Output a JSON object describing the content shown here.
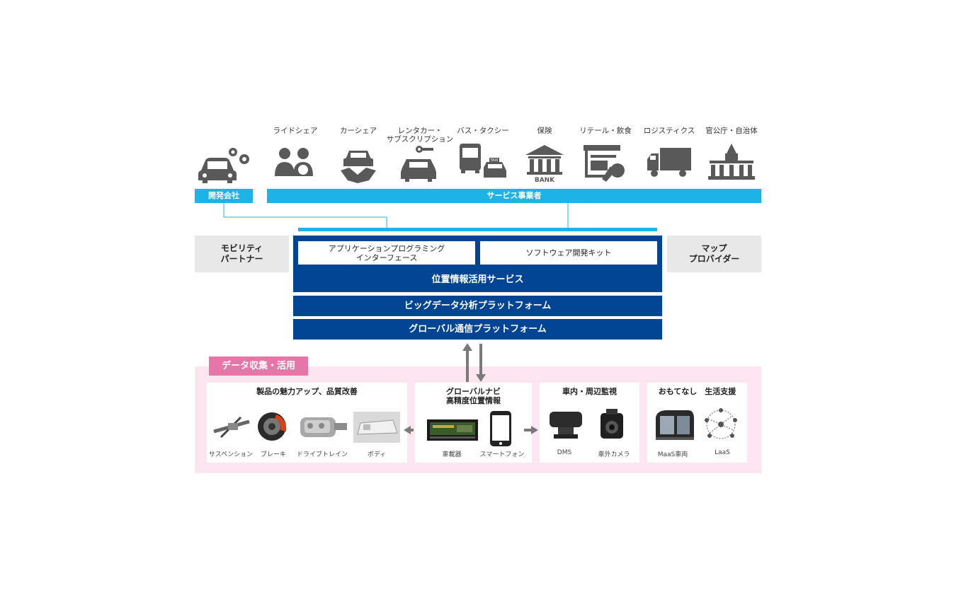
{
  "services": [
    {
      "label": "ライドシェア",
      "icon": "rideshare-icon"
    },
    {
      "label": "カーシェア",
      "icon": "carshare-icon"
    },
    {
      "label": "レンタカー・\nサブスクリプション",
      "icon": "rental-car-icon"
    },
    {
      "label": "バス・タクシー",
      "icon": "bus-taxi-icon"
    },
    {
      "label": "保険",
      "icon": "bank-icon"
    },
    {
      "label": "リテール・飲食",
      "icon": "retail-store-icon"
    },
    {
      "label": "ロジスティクス",
      "icon": "truck-icon"
    },
    {
      "label": "官公庁・自治体",
      "icon": "government-building-icon"
    }
  ],
  "bank_text": "BANK",
  "taxi_text": "TAXI",
  "developer_label": "開発会社",
  "service_provider_label": "サービス事業者",
  "mobility_partner": "モビリティ\nパートナー",
  "map_provider": "マップ\nプロバイダー",
  "api_label": "アプリケーションプログラミング\nインターフェース",
  "sdk_label": "ソフトウェア開発キット",
  "location_service": "位置情報活用サービス",
  "bigdata_platform": "ビッグデータ分析プラットフォーム",
  "global_comm_platform": "グローバル通信プラットフォーム",
  "data_tag": "データ収集・活用",
  "cards": {
    "quality": {
      "title": "製品の魅力アップ、品質改善",
      "items": [
        "サスペンション",
        "ブレーキ",
        "ドライブトレイン",
        "ボディ"
      ]
    },
    "navi": {
      "title": "グローバルナビ\n高精度位置情報",
      "items": [
        "車載器",
        "スマートフォン"
      ]
    },
    "monitor": {
      "title": "車内・周辺監視",
      "items": [
        "DMS",
        "車外カメラ"
      ]
    },
    "omotenashi": {
      "title": "おもてなし　生活支援",
      "items": [
        "MaaS車両",
        "LaaS"
      ]
    }
  },
  "colors": {
    "cyan": "#1db3e6",
    "navy": "#004494",
    "pink": "#e676a7",
    "pink_bg": "#fbe6ef",
    "icon_gray": "#595959"
  }
}
